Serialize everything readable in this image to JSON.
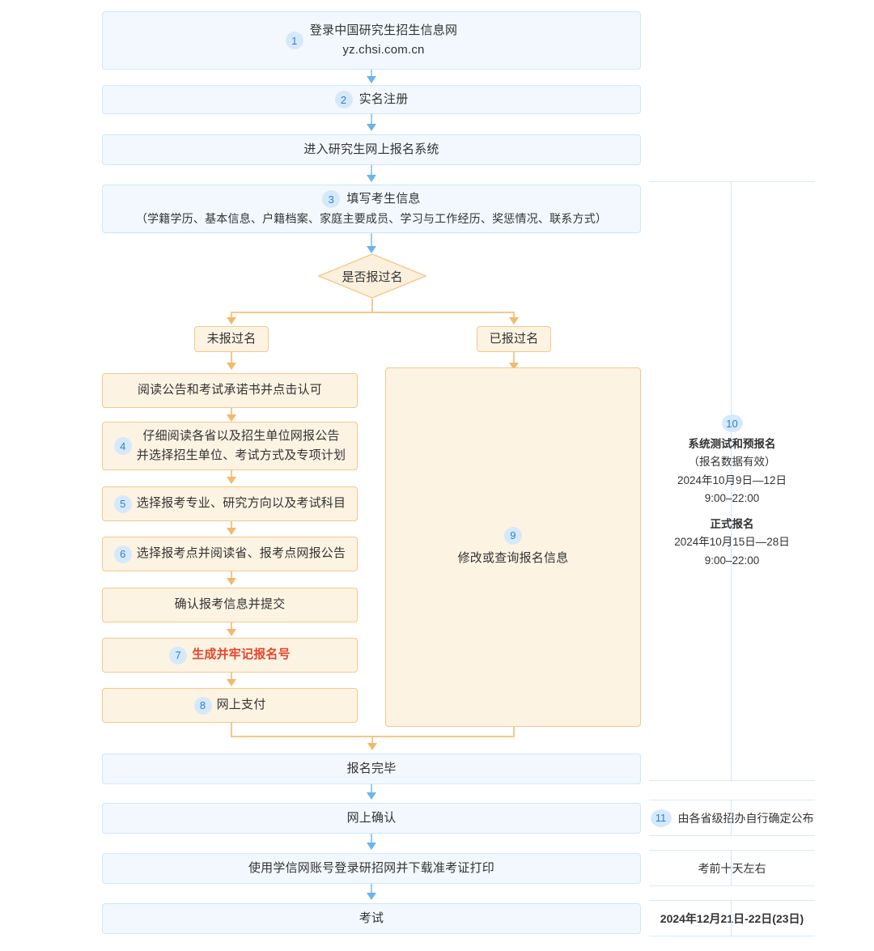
{
  "theme": {
    "blue_fill": "#f2f8fe",
    "blue_border": "#cfe7fa",
    "orange_fill": "#fdf3e3",
    "orange_border": "#f4c88a",
    "badge_bg": "#d6e9fb",
    "badge_fg": "#2b7fd4",
    "arrow_blue": "#6ab4ee",
    "arrow_orange": "#f2b96a",
    "highlight_red": "#e8442c"
  },
  "flow": {
    "step1": {
      "badge": "1",
      "line1": "登录中国研究生招生信息网",
      "line2": "yz.chsi.com.cn"
    },
    "step2": {
      "badge": "2",
      "label": "实名注册"
    },
    "enter_system": {
      "label": "进入研究生网上报名系统"
    },
    "step3": {
      "badge": "3",
      "line1": "填写考生信息",
      "line2": "（学籍学历、基本信息、户籍档案、家庭主要成员、学习与工作经历、奖惩情况、联系方式）"
    },
    "decision": {
      "label": "是否报过名"
    },
    "branch_no": {
      "label": "未报过名"
    },
    "branch_yes": {
      "label": "已报过名"
    },
    "read_notice": {
      "label": "阅读公告和考试承诺书并点击认可"
    },
    "step4": {
      "badge": "4",
      "line1": "仔细阅读各省以及招生单位网报公告",
      "line2": "并选择招生单位、考试方式及专项计划"
    },
    "step5": {
      "badge": "5",
      "label": "选择报考专业、研究方向以及考试科目"
    },
    "step6": {
      "badge": "6",
      "label": "选择报考点并阅读省、报考点网报公告"
    },
    "confirm_submit": {
      "label": "确认报考信息并提交"
    },
    "step7": {
      "badge": "7",
      "label": "生成并牢记报名号"
    },
    "step8": {
      "badge": "8",
      "label": "网上支付"
    },
    "step9": {
      "badge": "9",
      "label": "修改或查询报名信息"
    },
    "done": {
      "label": "报名完毕"
    },
    "online_confirm": {
      "label": "网上确认"
    },
    "download_ticket": {
      "label": "使用学信网账号登录研招网并下载准考证打印"
    },
    "exam": {
      "label": "考试"
    }
  },
  "timeline": {
    "step10": {
      "badge": "10",
      "title1": "系统测试和预报名",
      "sub1": "（报名数据有效）",
      "date1": "2024年10月9日—12日",
      "time1": "9:00–22:00",
      "title2": "正式报名",
      "date2": "2024年10月15日—28日",
      "time2": "9:00–22:00"
    },
    "step11": {
      "badge": "11",
      "label": "由各省级招办自行确定公布"
    },
    "ticket_time": {
      "label": "考前十天左右"
    },
    "exam_date": {
      "label": "2024年12月21日-22日(23日)"
    }
  }
}
